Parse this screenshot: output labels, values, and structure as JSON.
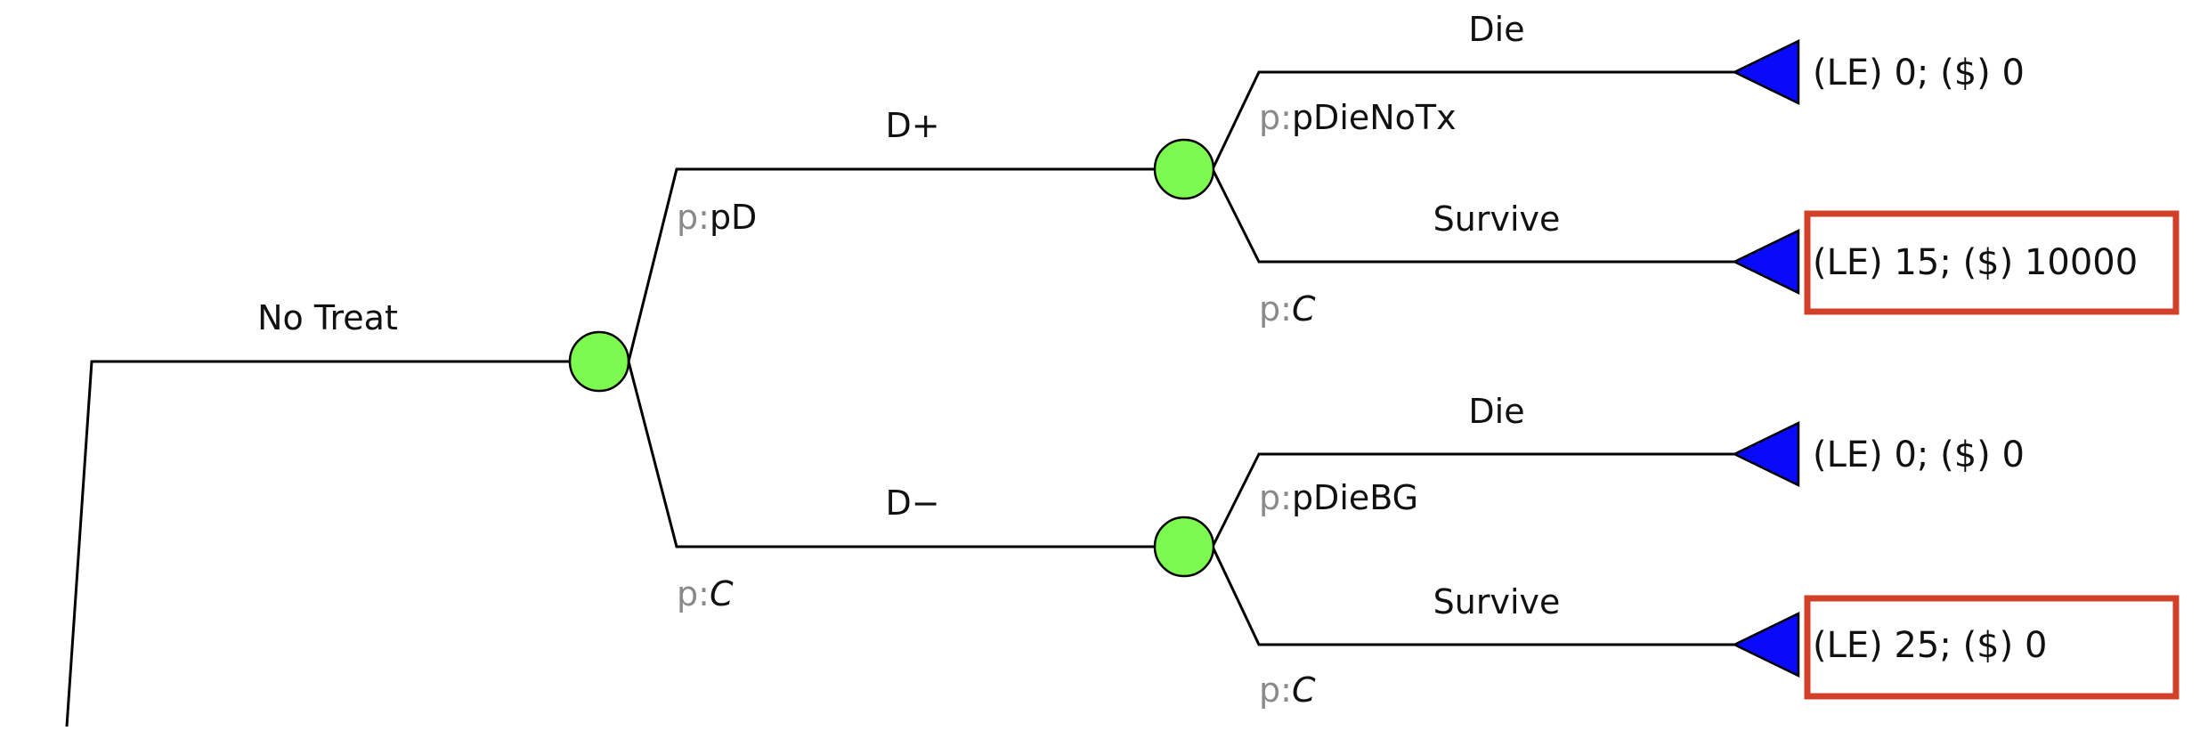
{
  "tree": {
    "root_branch": {
      "label": "No Treat"
    },
    "branches": {
      "d_plus": {
        "label": "D+",
        "prob_prefix": "p:",
        "prob": "pD"
      },
      "d_minus": {
        "label": "D−",
        "prob_prefix": "p:",
        "prob": "C"
      },
      "d_plus_die": {
        "label": "Die",
        "prob_prefix": "p:",
        "prob": "pDieNoTx",
        "payoff": "(LE) 0; ($) 0"
      },
      "d_plus_survive": {
        "label": "Survive",
        "prob_prefix": "p:",
        "prob": "C",
        "payoff": "(LE) 15; ($) 10000"
      },
      "d_minus_die": {
        "label": "Die",
        "prob_prefix": "p:",
        "prob": "pDieBG",
        "payoff": "(LE) 0; ($) 0"
      },
      "d_minus_survive": {
        "label": "Survive",
        "prob_prefix": "p:",
        "prob": "C",
        "payoff": "(LE) 25; ($) 0"
      }
    }
  },
  "colors": {
    "chance_node": "#7dfa4f",
    "terminal_node": "#0a0afa",
    "highlight_box": "#d2402a",
    "prob_prefix": "#8a8a8a"
  },
  "icons": {
    "chance_node": "chance-node-icon",
    "terminal_node": "terminal-node-icon"
  }
}
